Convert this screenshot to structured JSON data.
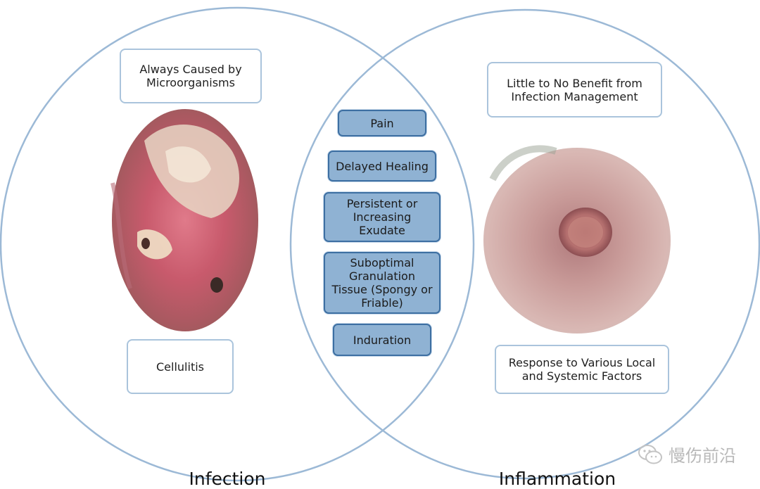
{
  "colors": {
    "circle_stroke": "#9cb9d6",
    "white_box_border": "#aac4dc",
    "blue_box_fill": "#8fb2d3",
    "blue_box_border": "#3d6fa2"
  },
  "left": {
    "label": "Infection",
    "top_box": "Always Caused by\nMicroorganisms",
    "bottom_box": "Cellulitis"
  },
  "right": {
    "label": "Inflammation",
    "top_box": "Little to No Benefit from\nInfection Management",
    "bottom_box": "Response to Various Local\nand Systemic Factors"
  },
  "overlap": [
    "Pain",
    "Delayed Healing",
    "Persistent or\nIncreasing\nExudate",
    "Suboptimal\nGranulation\nTissue (Spongy or\nFriable)",
    "Induration"
  ],
  "watermark": {
    "icon": "wechat-icon",
    "text": "慢伤前沿"
  }
}
